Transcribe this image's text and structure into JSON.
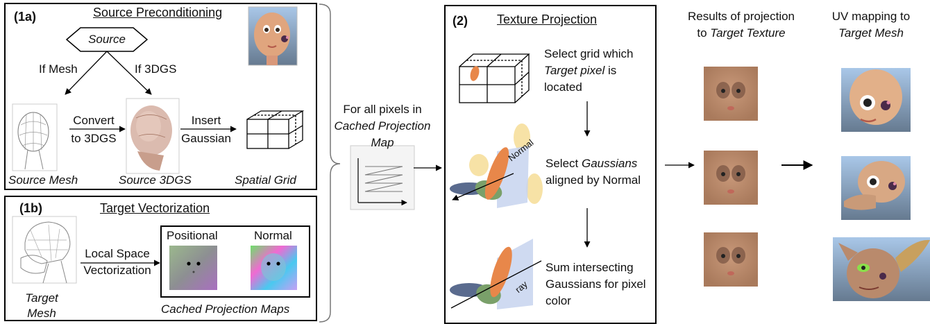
{
  "panel_1a": {
    "tag": "(1a)",
    "title": "Source Preconditioning",
    "source_label": "Source",
    "if_mesh": "If Mesh",
    "if_3dgs": "If 3DGS",
    "convert_l1": "Convert",
    "convert_l2": "to 3DGS",
    "insert_l1": "Insert",
    "insert_l2": "Gaussian",
    "source_mesh": "Source Mesh",
    "source_3dgs": "Source 3DGS",
    "spatial_grid": "Spatial Grid"
  },
  "panel_1b": {
    "tag": "(1b)",
    "title": "Target Vectorization",
    "local_l1": "Local Space",
    "local_l2": "Vectorization",
    "positional": "Positional",
    "normal": "Normal",
    "target_l1": "Target",
    "target_l2": "Mesh",
    "cached_maps": "Cached Projection Maps"
  },
  "middle": {
    "line1": "For all pixels in",
    "line2": "Cached Projection",
    "line3": "Map"
  },
  "panel_2": {
    "tag": "(2)",
    "title": "Texture Projection",
    "step1_l1": "Select grid which",
    "step1_l2": "Target pixel",
    "step1_l2b": " is",
    "step1_l3": "located",
    "step2_l1a": "Select ",
    "step2_l1b": "Gaussians",
    "step2_l2": "aligned by Normal",
    "step3_l1": "Sum intersecting",
    "step3_l2": "Gaussians for pixel",
    "step3_l3": "color",
    "normal_label": "Normal",
    "ray_label": "ray"
  },
  "results": {
    "col1_l1": "Results of projection",
    "col1_l2a": "to ",
    "col1_l2b": "Target Texture",
    "col2_l1": "UV mapping to",
    "col2_l2": "Target Mesh"
  },
  "colors": {
    "skin": "#b98a6c",
    "orange": "#e8874a",
    "yellow": "#f7e2a6",
    "green": "#7aa06a",
    "navy": "#5a6b8e",
    "plane": "#c7d3ef"
  }
}
